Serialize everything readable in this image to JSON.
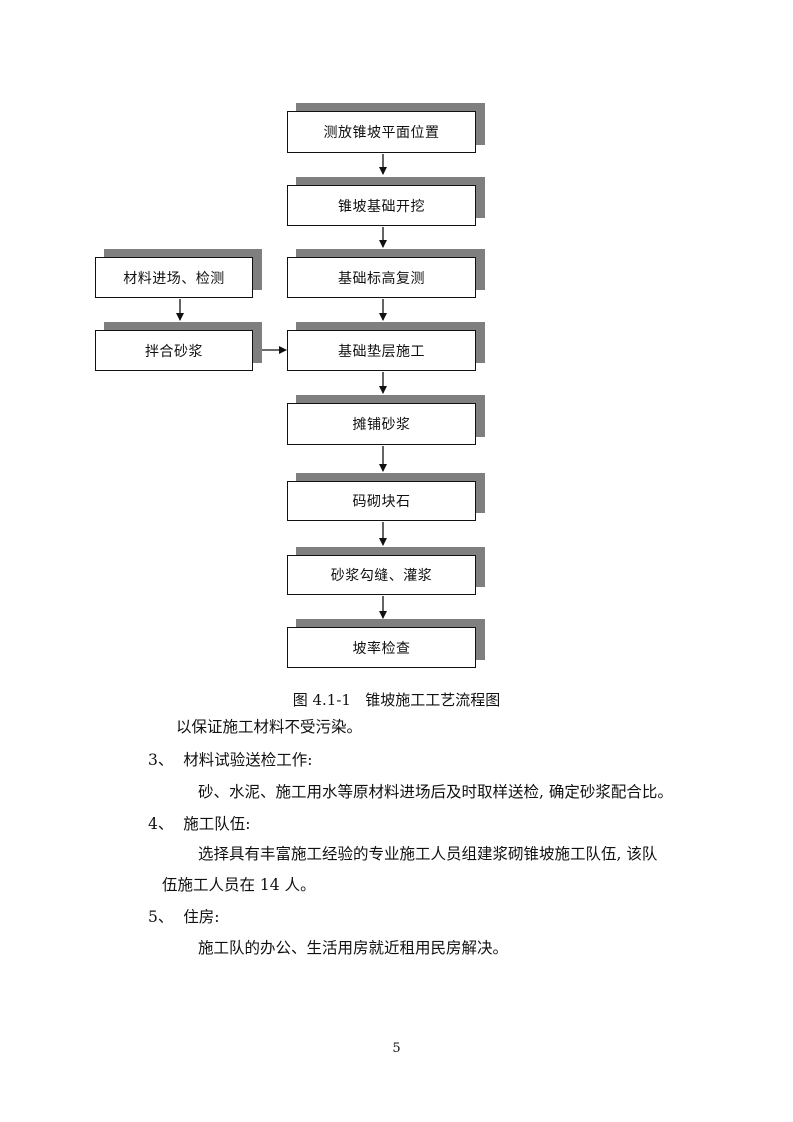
{
  "flowchart": {
    "steps": {
      "s1": "测放锥坡平面位置",
      "s2": "锥坡基础开挖",
      "s3": "基础标高复测",
      "s4": "基础垫层施工",
      "s5": "摊铺砂浆",
      "s6": "码砌块石",
      "s7": "砂浆勾缝、灌浆",
      "s8": "坡率检查",
      "m1": "材料进场、检测",
      "m2": "拌合砂浆"
    },
    "caption": "图 4.1-1   锥坡施工工艺流程图"
  },
  "body": {
    "p0": "以保证施工材料不受污染。",
    "h3": "3、  材料试验送检工作:",
    "p3": "砂、水泥、施工用水等原材料进场后及时取样送检, 确定砂浆配合比。",
    "h4": "4、  施工队伍:",
    "p4a": "选择具有丰富施工经验的专业施工人员组建浆砌锥坡施工队伍, 该队",
    "p4b": "伍施工人员在 14 人。",
    "h5": "5、  住房:",
    "p5": "施工队的办公、生活用房就近租用民房解决。"
  },
  "footer": {
    "page_number": "5"
  }
}
